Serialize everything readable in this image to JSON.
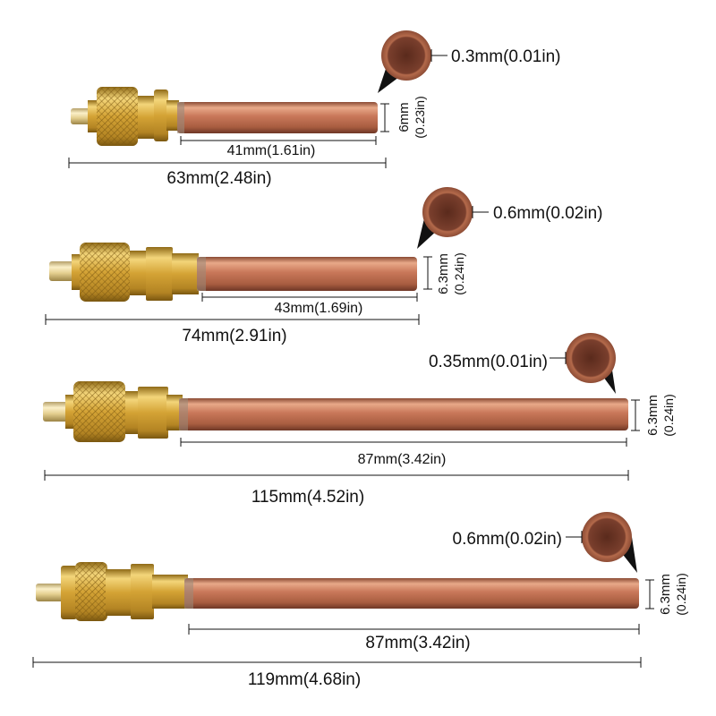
{
  "colors": {
    "copper_light": "#e8a989",
    "copper": "#c9785a",
    "copper_dark": "#8a4a33",
    "brass_light": "#f3d57a",
    "brass": "#d4a335",
    "brass_dark": "#8f6a17",
    "wall_inner": "#7a3f2d",
    "wall_outer": "#a0573d",
    "dim_line": "#111111"
  },
  "items": [
    {
      "wall_label": "0.3mm(0.01in)",
      "diameter_mm": "6mm",
      "diameter_in": "(0.23in)",
      "tube_label": "41mm(1.61in)",
      "total_label": "63mm(2.48in)"
    },
    {
      "wall_label": "0.6mm(0.02in)",
      "diameter_mm": "6.3mm",
      "diameter_in": "(0.24in)",
      "tube_label": "43mm(1.69in)",
      "total_label": "74mm(2.91in)"
    },
    {
      "wall_label": "0.35mm(0.01in)",
      "diameter_mm": "6.3mm",
      "diameter_in": "(0.24in)",
      "tube_label": "87mm(3.42in)",
      "total_label": "115mm(4.52in)"
    },
    {
      "wall_label": "0.6mm(0.02in)",
      "diameter_mm": "6.3mm",
      "diameter_in": "(0.24in)",
      "tube_label": "87mm(3.42in)",
      "total_label": "119mm(4.68in)"
    }
  ]
}
